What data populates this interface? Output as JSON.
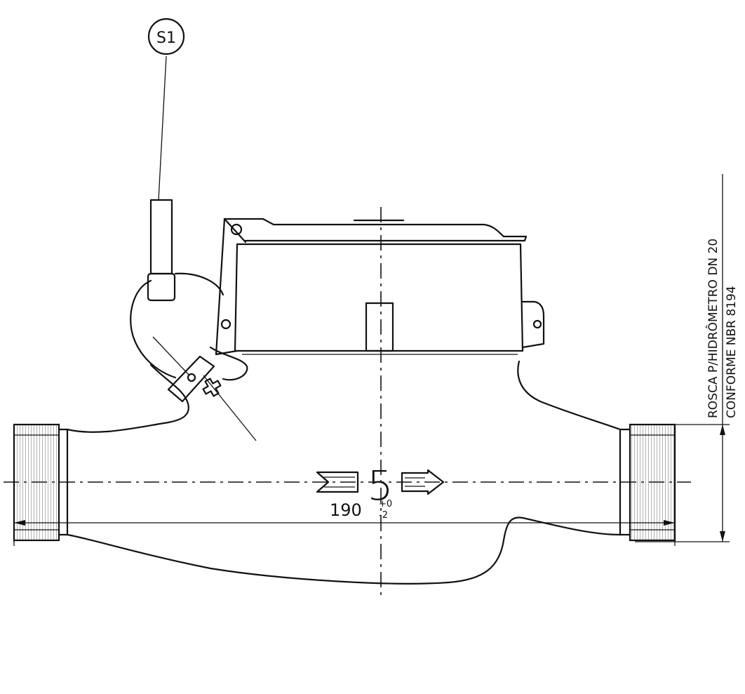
{
  "drawing": {
    "callout_label": "S1",
    "flow_number": "5",
    "thread_note": {
      "line1": "ROSCA P/HIDRÔMETRO DN 20",
      "line2": "CONFORME NBR 8194"
    },
    "length_dimension": {
      "value": "190",
      "tol_upper": "+0",
      "tol_lower": "-2"
    }
  }
}
